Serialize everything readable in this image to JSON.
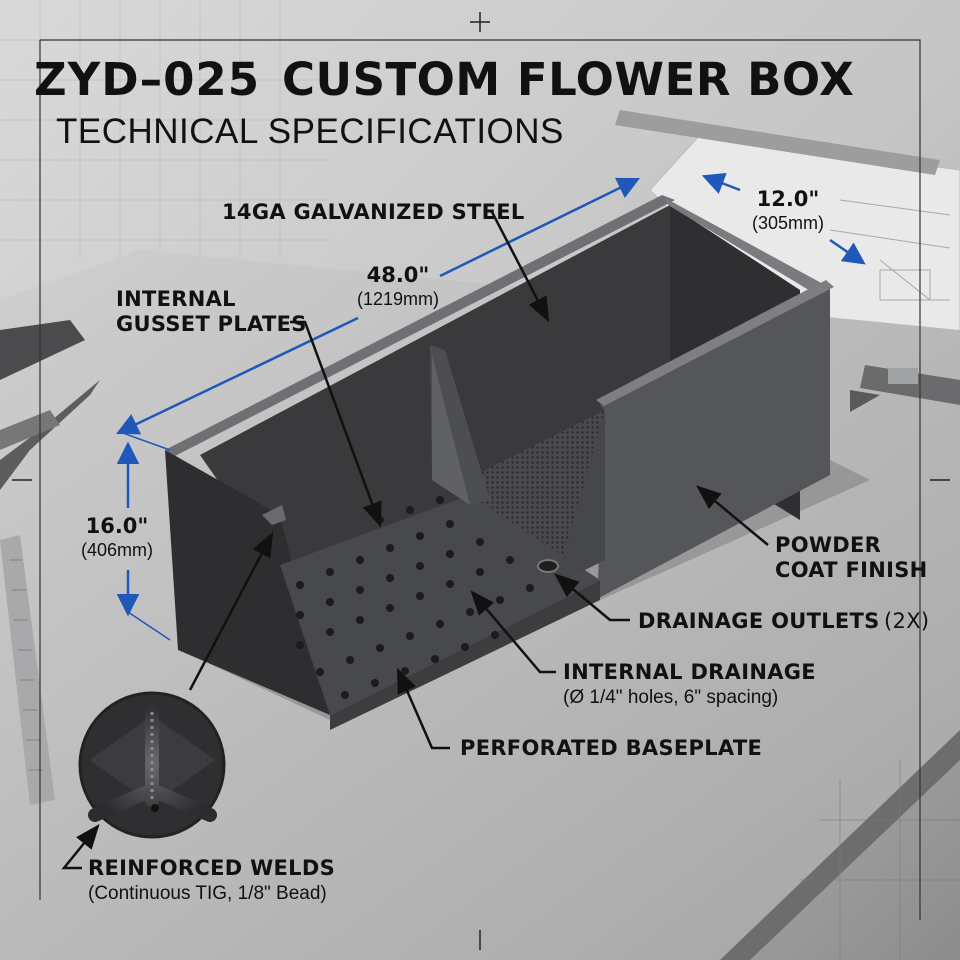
{
  "title": {
    "code": "ZYD–025",
    "name": "CUSTOM FLOWER BOX",
    "subtitle": "TECHNICAL SPECIFICATIONS"
  },
  "dimensions": {
    "length": {
      "imperial": "48.0\"",
      "metric": "(1219mm)"
    },
    "width": {
      "imperial": "12.0\"",
      "metric": "(305mm)"
    },
    "height": {
      "imperial": "16.0\"",
      "metric": "(406mm)"
    }
  },
  "callouts": {
    "steel": "14GA GALVANIZED STEEL",
    "gusset_line1": "INTERNAL",
    "gusset_line2": "GUSSET PLATES",
    "powder_line1": "POWDER",
    "powder_line2": "COAT FINISH",
    "outlets": "DRAINAGE OUTLETS",
    "outlets_qty": "(2X)",
    "drainage": "INTERNAL DRAINAGE",
    "drainage_detail": "(Ø 1/4\" holes, 6\" spacing)",
    "baseplate": "PERFORATED BASEPLATE",
    "welds": "REINFORCED WELDS",
    "welds_detail": "(Continuous TIG, 1/8\" Bead)"
  },
  "colors": {
    "dimension_blue": "#1f58b8",
    "steel_dark": "#3d3d40",
    "steel_mid": "#55565a",
    "table_gray": "#b9b9b9"
  }
}
